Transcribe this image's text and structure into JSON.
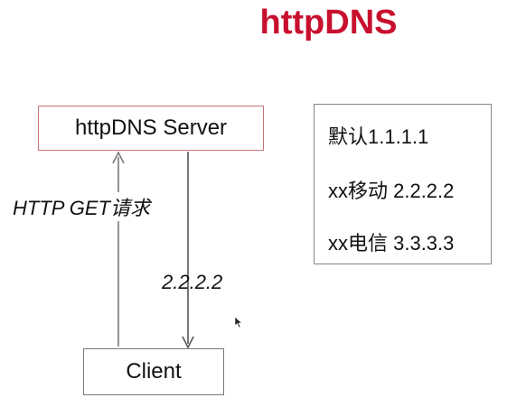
{
  "title": "httpDNS",
  "server_label": "httpDNS Server",
  "client_label": "Client",
  "request_label": "HTTP GET请求",
  "response_label": "2.2.2.2",
  "dns_entries": [
    "默认1.1.1.1",
    "xx移动 2.2.2.2",
    "xx电信 3.3.3.3"
  ],
  "colors": {
    "title": "#c8102e",
    "server_border": "#c9727e",
    "arrow": "#7a7a7a"
  },
  "icons": {
    "cursor": "mouse-pointer-icon"
  }
}
